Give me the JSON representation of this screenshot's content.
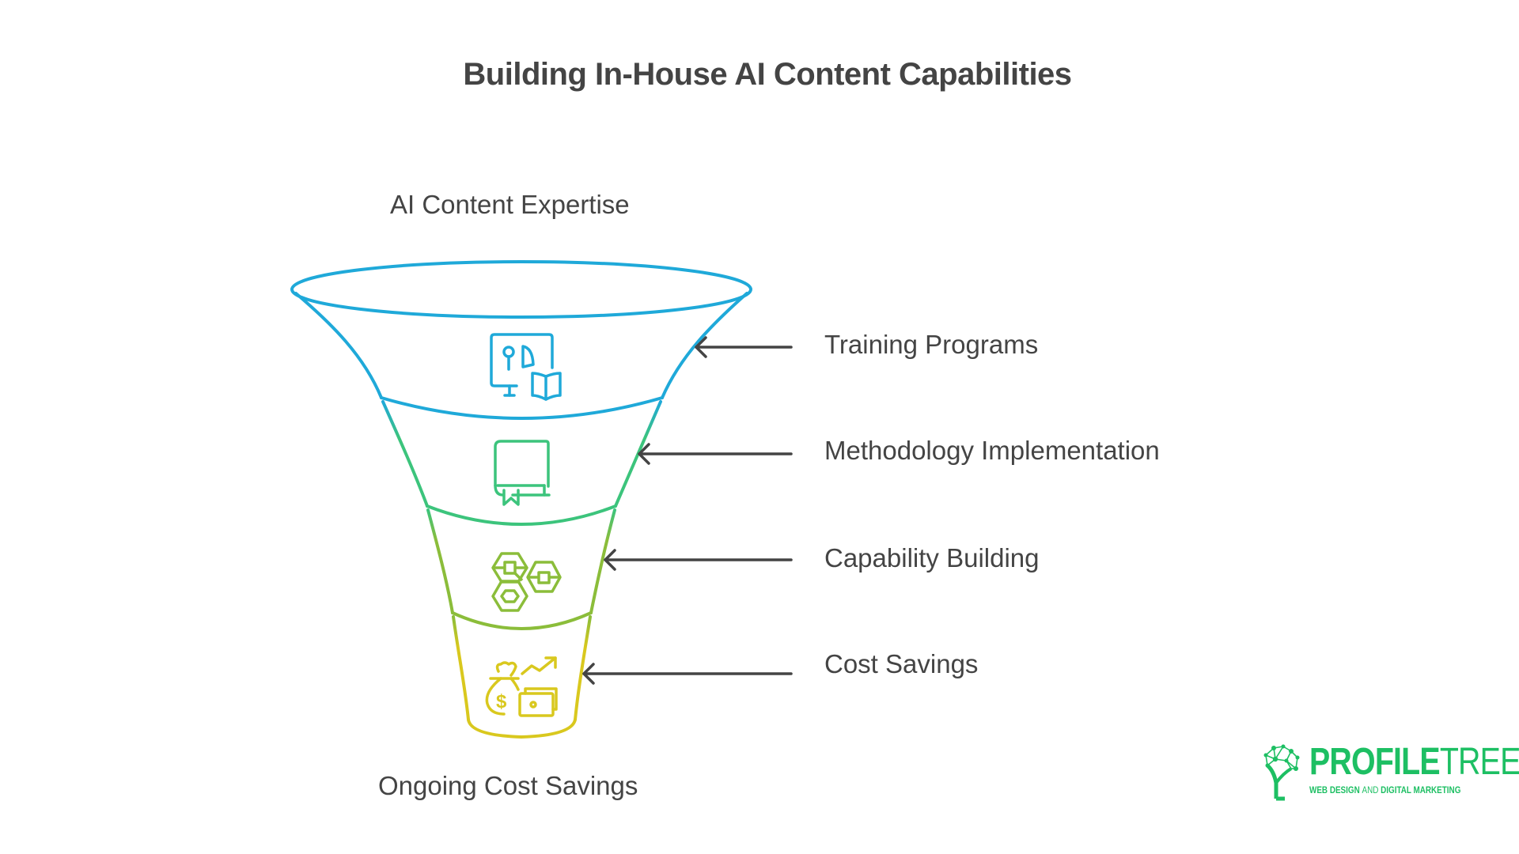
{
  "title": "Building In-House AI Content Capabilities",
  "funnel": {
    "top_label": "AI Content Expertise",
    "bottom_label": "Ongoing Cost Savings",
    "stages": [
      {
        "label": "Training Programs",
        "icon": "presentation-screen-book-icon",
        "color": "#1fa9d9"
      },
      {
        "label": "Methodology Implementation",
        "icon": "book-bookmark-icon",
        "color": "#3cc47c"
      },
      {
        "label": "Capability Building",
        "icon": "hexagon-nuts-icon",
        "color": "#8bbd3a"
      },
      {
        "label": "Cost Savings",
        "icon": "money-bag-growth-icon",
        "color": "#d9c81e"
      }
    ]
  },
  "logo": {
    "brand_bold": "PROFILE",
    "brand_thin": "TREE",
    "tagline_part1": "WEB DESIGN ",
    "tagline_part2": "AND",
    "tagline_part3": " DIGITAL MARKETING",
    "color": "#1dbf63"
  },
  "colors": {
    "text": "#444444",
    "arrow": "#444444"
  }
}
